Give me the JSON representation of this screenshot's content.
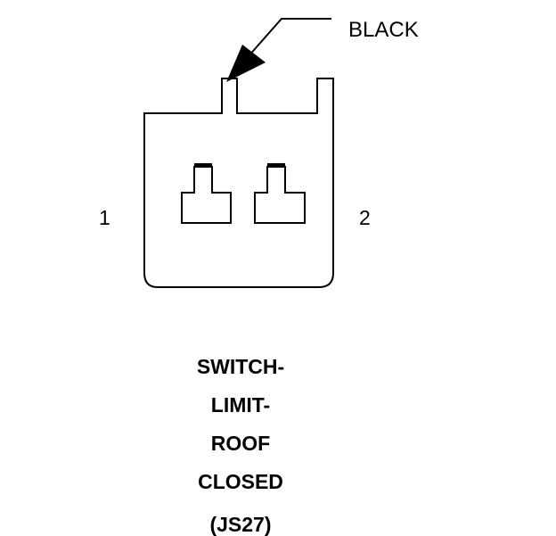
{
  "connector": {
    "wire_color_label": "BLACK",
    "pin_labels": [
      "1",
      "2"
    ],
    "title_lines": [
      "SWITCH-",
      "LIMIT-",
      "ROOF",
      "CLOSED"
    ],
    "connector_id": "(JS27)"
  }
}
